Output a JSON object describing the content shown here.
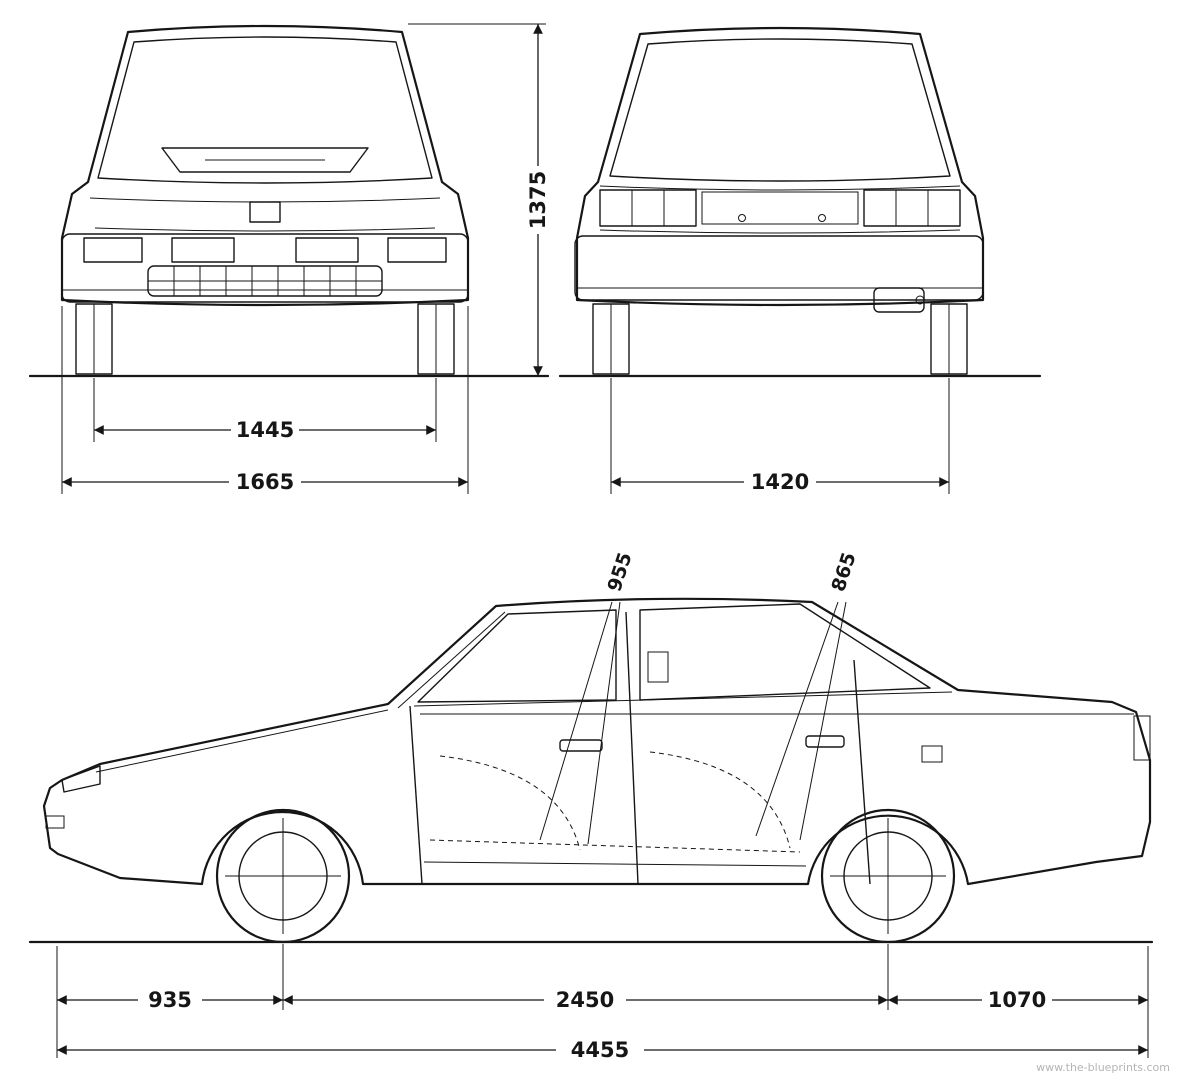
{
  "meta": {
    "background_color": "#ffffff",
    "line_color": "#161616",
    "watermark_color": "#b5b5b5",
    "watermark": "www.the-blueprints.com"
  },
  "dimensions": {
    "front_track": "1445",
    "front_overall_width": "1665",
    "overall_height": "1375",
    "rear_track": "1420",
    "front_overhang": "935",
    "wheelbase": "2450",
    "rear_overhang": "1070",
    "overall_length": "4455",
    "front_door_width": "955",
    "rear_door_width": "865"
  }
}
